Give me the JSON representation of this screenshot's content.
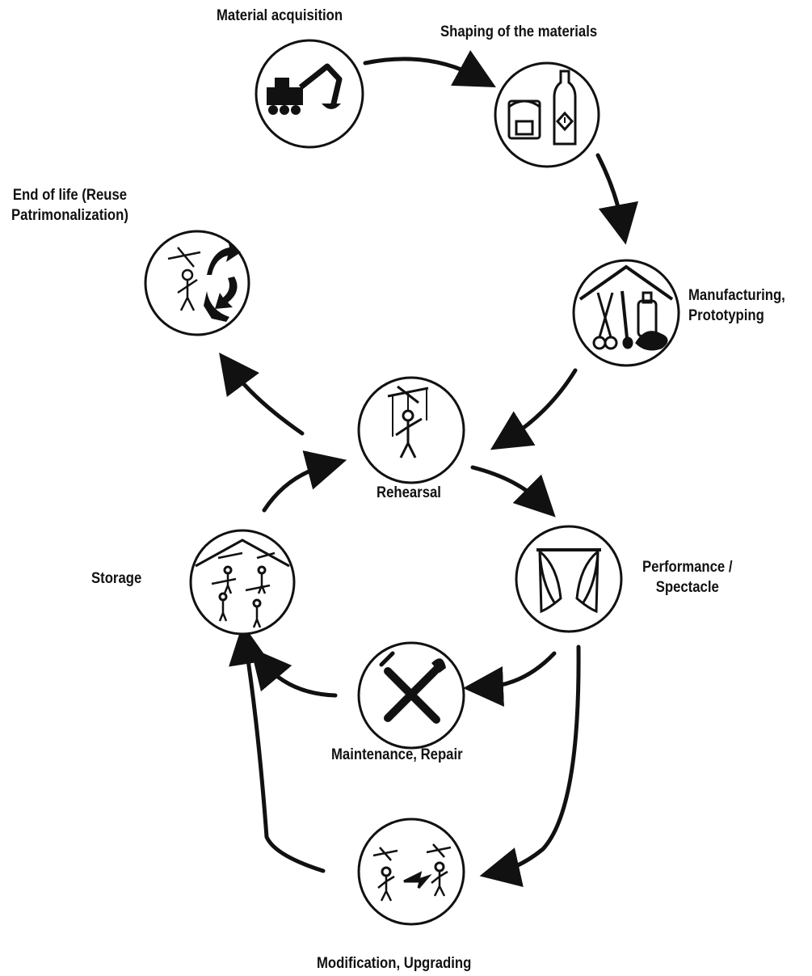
{
  "title": "",
  "colors": {
    "ink": "#111111",
    "background": "#ffffff"
  },
  "stages": {
    "material_acquisition": {
      "label": "Material acquisition",
      "icon": "excavator-icon"
    },
    "shaping": {
      "label": "Shaping of the materials",
      "icon": "paint-can-and-bottle-icon"
    },
    "manufacturing": {
      "label": "Manufacturing,\nPrototyping",
      "icon": "workshop-tools-icon"
    },
    "rehearsal": {
      "label": "Rehearsal",
      "icon": "marionette-icon"
    },
    "performance": {
      "label": "Performance /\nSpectacle",
      "icon": "stage-curtains-icon"
    },
    "maintenance": {
      "label": "Maintenance, Repair",
      "icon": "wrench-screwdriver-icon"
    },
    "modification": {
      "label": "Modification, Upgrading",
      "icon": "marionette-transform-icon"
    },
    "storage": {
      "label": "Storage",
      "icon": "stored-marionettes-icon"
    },
    "end_of_life": {
      "label": "End of life (Reuse\nPatrimonalization)",
      "icon": "marionette-recycle-icon"
    }
  },
  "flows": [
    {
      "from": "Material acquisition",
      "to": "Shaping of the materials"
    },
    {
      "from": "Shaping of the materials",
      "to": "Manufacturing, Prototyping"
    },
    {
      "from": "Manufacturing, Prototyping",
      "to": "Rehearsal"
    },
    {
      "from": "Rehearsal",
      "to": "Performance / Spectacle"
    },
    {
      "from": "Rehearsal",
      "to": "End of life (Reuse Patrimonalization)"
    },
    {
      "from": "Performance / Spectacle",
      "to": "Maintenance, Repair"
    },
    {
      "from": "Performance / Spectacle",
      "to": "Modification, Upgrading"
    },
    {
      "from": "Maintenance, Repair",
      "to": "Storage"
    },
    {
      "from": "Modification, Upgrading",
      "to": "Storage"
    },
    {
      "from": "Storage",
      "to": "Rehearsal"
    }
  ]
}
